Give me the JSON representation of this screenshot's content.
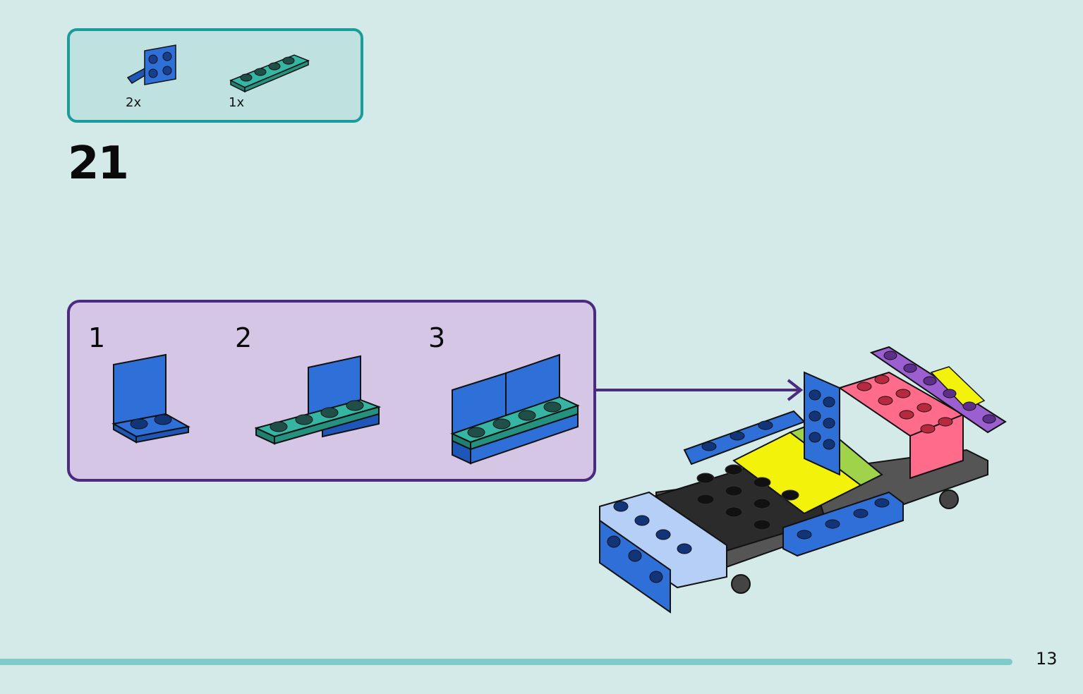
{
  "parts_list": {
    "items": [
      {
        "name": "blue-bracket-1x2-2x2",
        "quantity": "2x",
        "color": "#2f6fd8"
      },
      {
        "name": "teal-plate-1x4",
        "quantity": "1x",
        "color": "#2aa08e"
      }
    ]
  },
  "step": {
    "number": "21"
  },
  "sub_steps": [
    "1",
    "2",
    "3"
  ],
  "page": {
    "number": "13"
  },
  "colors": {
    "background": "#d4eae9",
    "parts_border": "#1a9c9a",
    "sub_border": "#4b2a80",
    "blue": "#2f6fd8",
    "teal": "#2aa08e",
    "pink": "#ff6b8b",
    "yellow": "#f2f20a",
    "lime": "#9fd34a",
    "purple": "#9b5fd0",
    "black": "#2b2b2b",
    "light_blue": "#b5cff6"
  }
}
